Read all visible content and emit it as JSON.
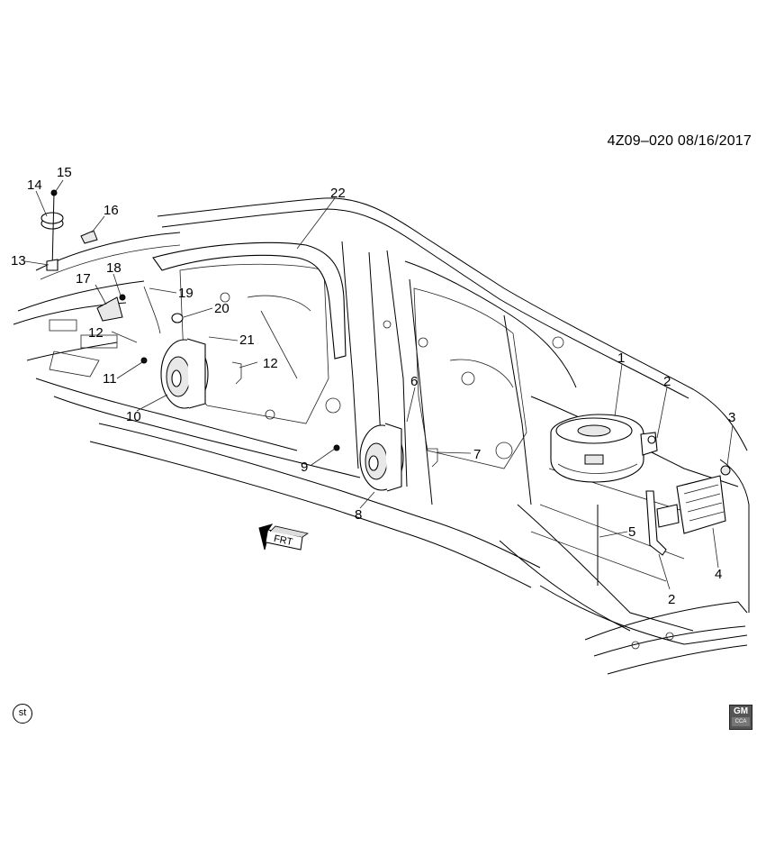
{
  "diagram": {
    "doc_id": "4Z09–020",
    "doc_date": "08/16/2017",
    "direction_label": "FRT",
    "st_badge": "st",
    "logo": {
      "top": "GM",
      "bottom": "CCA"
    }
  },
  "callouts": [
    "1",
    "2",
    "2",
    "3",
    "4",
    "5",
    "6",
    "7",
    "8",
    "9",
    "10",
    "11",
    "12",
    "12",
    "13",
    "14",
    "15",
    "16",
    "17",
    "18",
    "19",
    "20",
    "21",
    "22"
  ]
}
